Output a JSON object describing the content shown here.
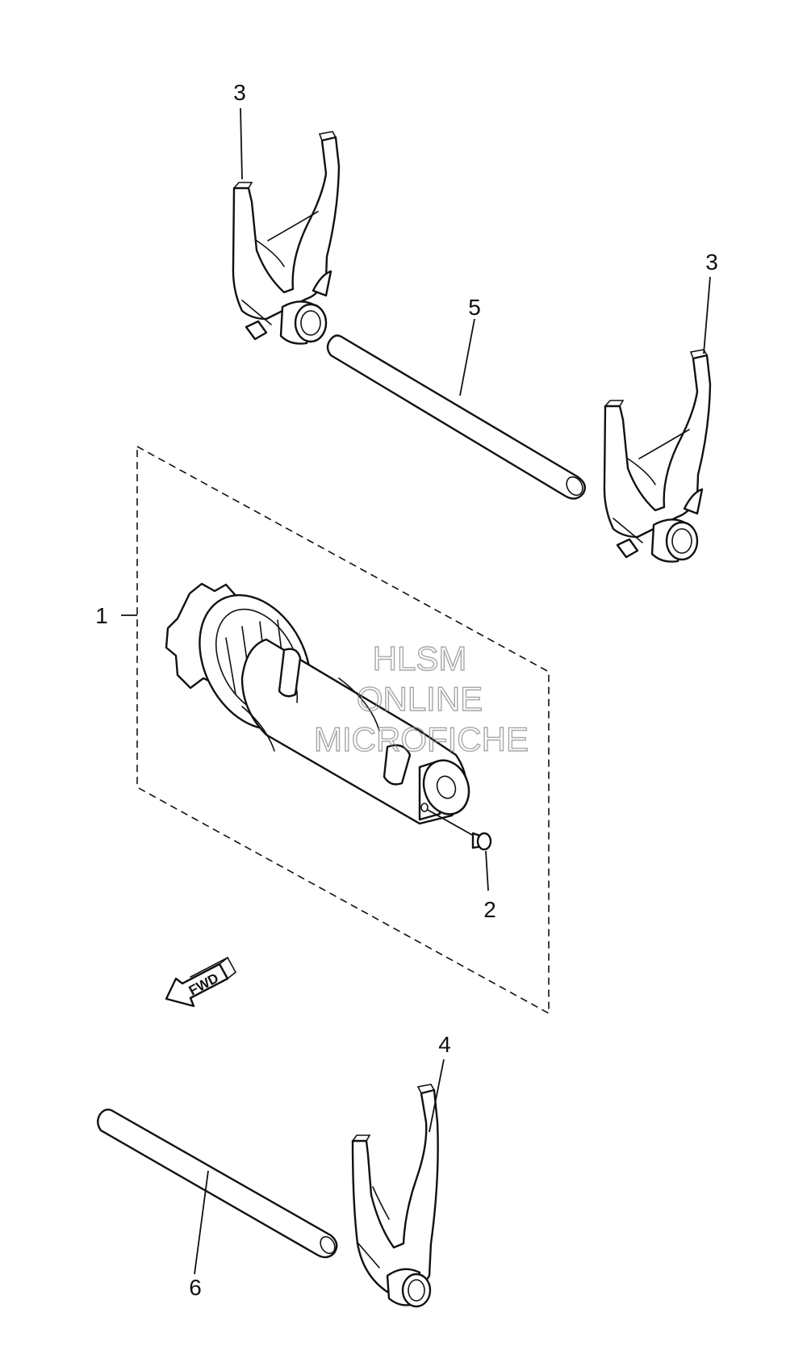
{
  "callouts": {
    "c1": "1",
    "c2": "2",
    "c3a": "3",
    "c3b": "3",
    "c4": "4",
    "c5": "5",
    "c6": "6"
  },
  "fwd_arrow_label": "FWD",
  "watermark": {
    "line1": "HLSM",
    "line2": "ONLINE",
    "line3": "MICROFICHE"
  }
}
